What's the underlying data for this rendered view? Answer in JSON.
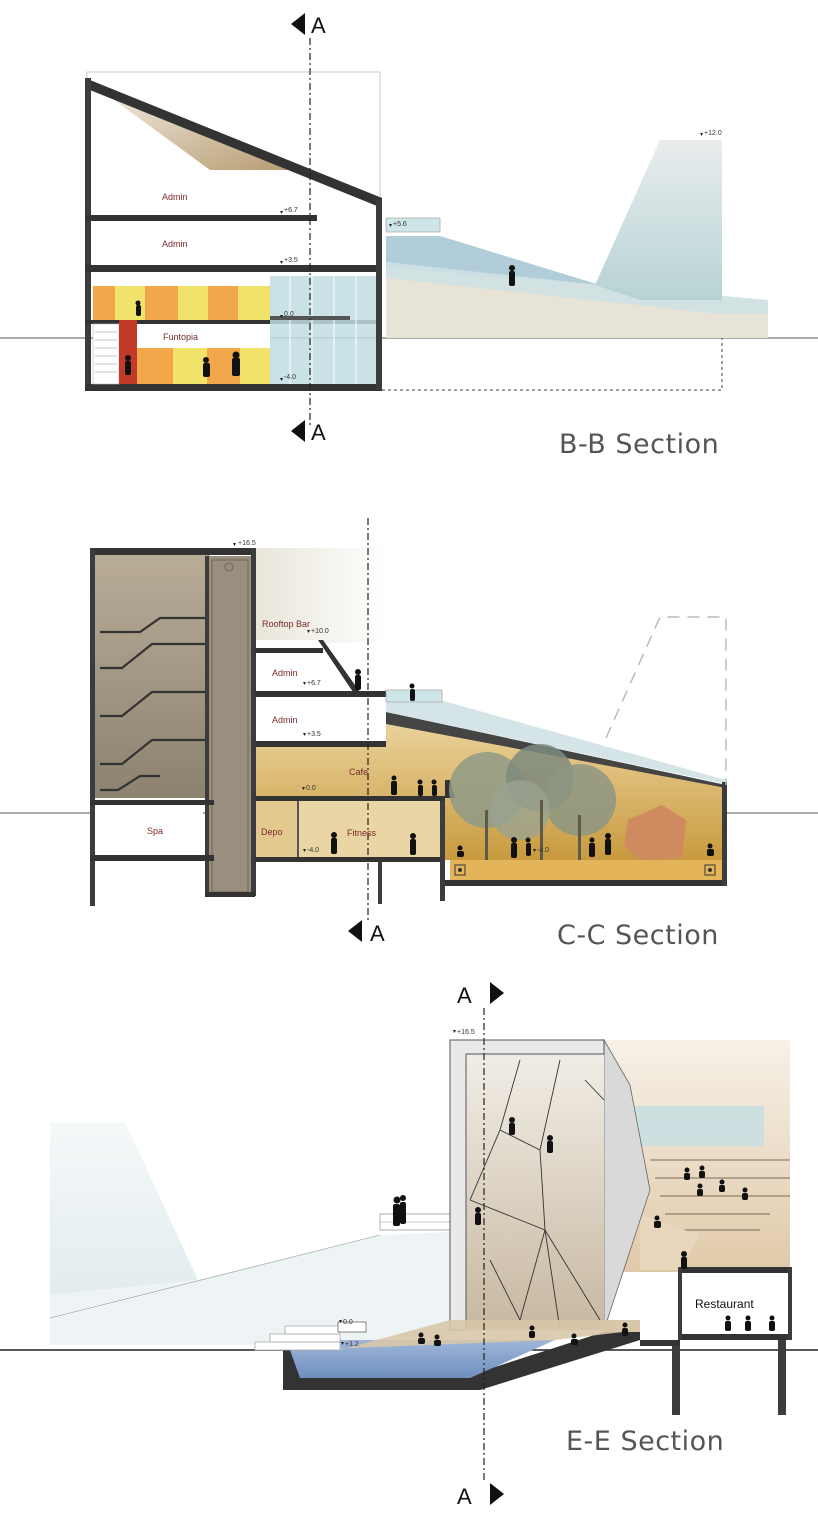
{
  "section_marker": "A",
  "sections": [
    {
      "title": "B-B Section",
      "rooms": [
        "Admin",
        "Admin",
        "Funtopia"
      ],
      "levels": [
        "+6.7",
        "+3.5",
        "0.0",
        "-4.0",
        "+5.6",
        "+12.0"
      ]
    },
    {
      "title": "C-C Section",
      "rooms": [
        "Rooftop Bar",
        "Admin",
        "Admin",
        "Cafe",
        "Spa",
        "Depo",
        "Fitness"
      ],
      "levels": [
        "+16.5",
        "+10.0",
        "+6.7",
        "+3.5",
        "0.0",
        "-4.0",
        "-4.0"
      ]
    },
    {
      "title": "E-E Section",
      "rooms": [
        "Restaurant"
      ],
      "levels": [
        "+16.5",
        "0.0",
        "+1.2"
      ]
    }
  ],
  "colors": {
    "ink": "#333333",
    "glass": "#bfdde0",
    "ramp": "#e7e3d6",
    "funtopia_orange": "#f2a84a",
    "funtopia_yellow": "#f0e26a",
    "funtopia_red": "#c23a2a",
    "cafe_ochre": "#dcb865",
    "pool_blue": "#7f9fc8",
    "climbing_wall": "#d8c8b0"
  }
}
